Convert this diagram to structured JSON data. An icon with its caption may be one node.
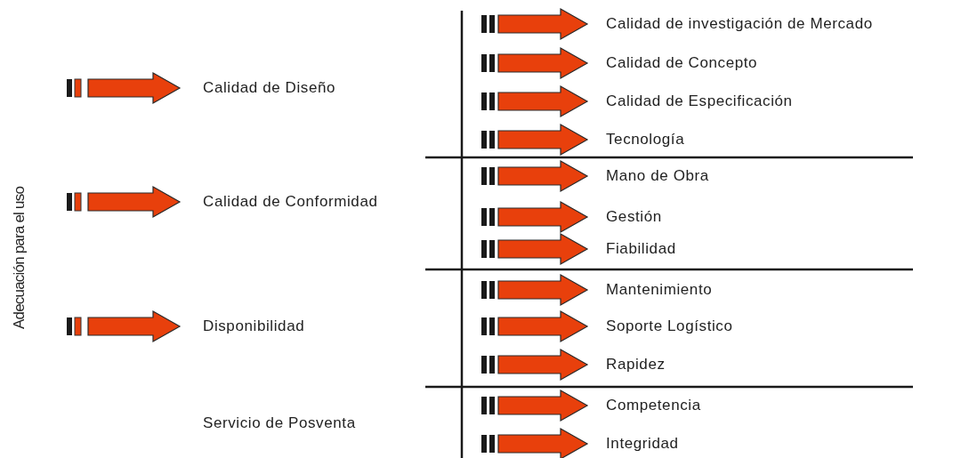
{
  "diagram": {
    "nodes": [
      {
        "text": [
          "Calidad de Diseño"
        ]
      },
      {
        "text": [
          "Calidad de Conformidad"
        ]
      },
      {
        "text": [
          "Disponibilidad"
        ]
      },
      {
        "text": [
          "Servicio de Posventa"
        ]
      },
      {
        "text": [
          "Calidad de investigación de Mercado"
        ]
      },
      {
        "text": [
          "Calidad de Concepto"
        ]
      },
      {
        "text": [
          "Calidad de Especificación"
        ]
      },
      {
        "text": [
          "Tecnología"
        ]
      },
      {
        "text": [
          "Mano de Obra"
        ]
      },
      {
        "text": [
          "Gestión"
        ]
      },
      {
        "text": [
          "Fiabilidad"
        ]
      },
      {
        "text": [
          "Mantenimiento"
        ]
      },
      {
        "text": [
          "Soporte Logístico"
        ]
      },
      {
        "text": [
          "Rapidez"
        ]
      },
      {
        "text": [
          "Competencia"
        ]
      },
      {
        "text": [
          "Integridad"
        ]
      }
    ],
    "edges": [
      {
        "from": null,
        "to": 0,
        "arrow": "to"
      },
      {
        "from": null,
        "to": 1,
        "arrow": "to"
      },
      {
        "from": null,
        "to": 2,
        "arrow": "to"
      },
      {
        "from": null,
        "to": 4,
        "arrow": "to"
      },
      {
        "from": null,
        "to": 5,
        "arrow": "to"
      },
      {
        "from": null,
        "to": 6,
        "arrow": "to"
      },
      {
        "from": null,
        "to": 7,
        "arrow": "to"
      },
      {
        "from": null,
        "to": 8,
        "arrow": "to"
      },
      {
        "from": null,
        "to": 9,
        "arrow": "to"
      },
      {
        "from": null,
        "to": 10,
        "arrow": "to"
      },
      {
        "from": null,
        "to": 11,
        "arrow": "to"
      },
      {
        "from": null,
        "to": 12,
        "arrow": "to"
      },
      {
        "from": null,
        "to": 13,
        "arrow": "to"
      },
      {
        "from": null,
        "to": 14,
        "arrow": "to"
      },
      {
        "from": null,
        "to": 15,
        "arrow": "to"
      }
    ],
    "labels": [
      "Adecuación para el uso"
    ]
  }
}
